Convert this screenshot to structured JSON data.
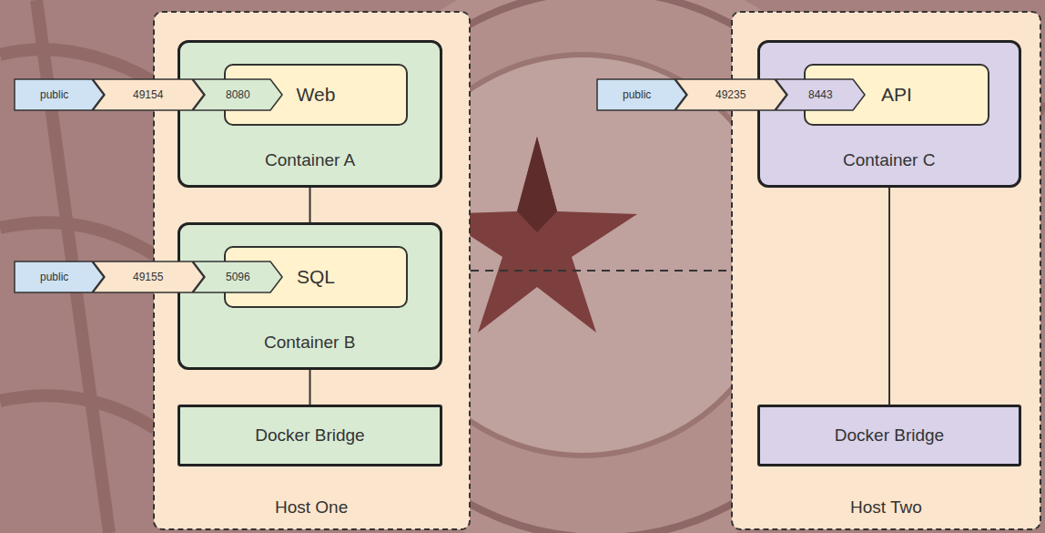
{
  "diagram": {
    "nodes": [
      {
        "text": [
          "Host One"
        ]
      },
      {
        "text": [
          "Container A"
        ],
        "in": 0
      },
      {
        "text": [
          "Web"
        ],
        "in": 1
      },
      {
        "text": [
          "8080"
        ],
        "in": 1
      },
      {
        "text": [
          "Container B"
        ],
        "in": 0
      },
      {
        "text": [
          "SQL"
        ],
        "in": 4
      },
      {
        "text": [
          "5096"
        ],
        "in": 4
      },
      {
        "text": [
          "Docker Bridge"
        ],
        "in": 0
      },
      {
        "text": [
          "Host Two"
        ]
      },
      {
        "text": [
          "Container C"
        ],
        "in": 8
      },
      {
        "text": [
          "API"
        ],
        "in": 9
      },
      {
        "text": [
          "8443"
        ],
        "in": 9
      },
      {
        "text": [
          "Docker Bridge"
        ],
        "in": 8
      },
      {
        "text": [
          "public"
        ]
      },
      {
        "text": [
          "49154"
        ]
      },
      {
        "text": [
          "public"
        ]
      },
      {
        "text": [
          "49155"
        ]
      },
      {
        "text": [
          "public"
        ]
      },
      {
        "text": [
          "49235"
        ]
      }
    ],
    "edges": [
      {
        "from": 1,
        "to": 4,
        "arrow": "none"
      },
      {
        "from": 4,
        "to": 7,
        "arrow": "none"
      },
      {
        "from": 9,
        "to": 12,
        "arrow": "none"
      },
      {
        "from": 0,
        "to": 8,
        "arrow": "none"
      }
    ]
  }
}
